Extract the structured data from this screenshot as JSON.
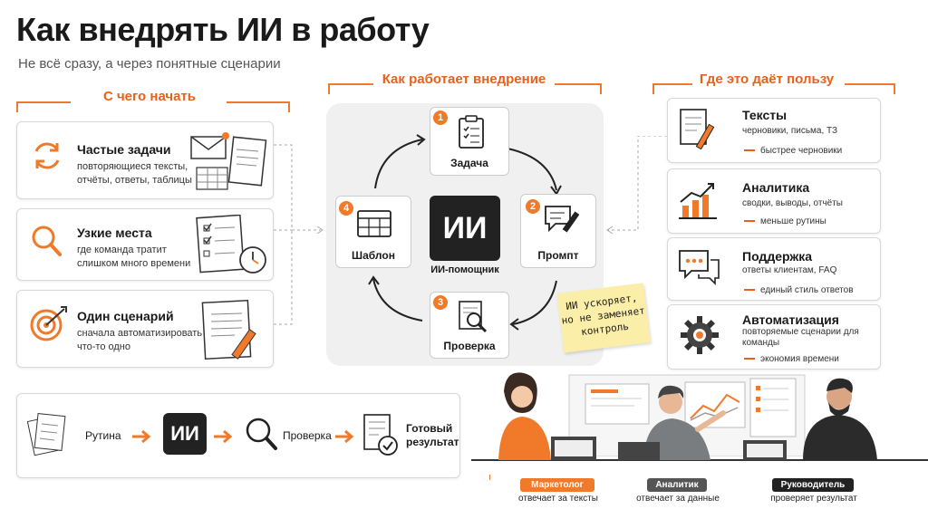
{
  "header": {
    "title": "Как внедрять ИИ в работу",
    "subtitle": "Не всё сразу, а через понятные сценарии"
  },
  "start": {
    "heading": "С чего начать",
    "cards": [
      {
        "title": "Частые задачи",
        "desc": "повторяющиеся тексты, отчёты, ответы, таблицы"
      },
      {
        "title": "Узкие места",
        "desc": "где команда тратит слишком много времени"
      },
      {
        "title": "Один сценарий",
        "desc": "сначала автоматизировать что-то одно"
      }
    ]
  },
  "process": {
    "heading": "Как работает внедрение",
    "center_label": "ИИ",
    "center_caption": "ИИ-помощник",
    "steps": [
      {
        "num": "1",
        "label": "Задача"
      },
      {
        "num": "2",
        "label": "Промпт"
      },
      {
        "num": "3",
        "label": "Проверка"
      },
      {
        "num": "4",
        "label": "Шаблон"
      }
    ],
    "sticky_note": "ИИ ускоряет,\nно не заменяет\nконтроль"
  },
  "benefits": {
    "heading": "Где это даёт пользу",
    "cards": [
      {
        "title": "Тексты",
        "desc": "черновики, письма, ТЗ",
        "note": "быстрее черновики"
      },
      {
        "title": "Аналитика",
        "desc": "сводки, выводы, отчёты",
        "note": "меньше рутины"
      },
      {
        "title": "Поддержка",
        "desc": "ответы клиентам, FAQ",
        "note": "единый стиль ответов"
      },
      {
        "title": "Автоматизация",
        "desc": "повторяемые сценарии для команды",
        "note": "экономия времени"
      }
    ]
  },
  "flow": {
    "routine": "Рутина",
    "ai": "ИИ",
    "check": "Проверка",
    "result": "Готовый результат"
  },
  "roles": [
    {
      "badge": "Маркетолог",
      "note": "отвечает за тексты",
      "color": "#f07a2a"
    },
    {
      "badge": "Аналитик",
      "note": "отвечает за данные",
      "color": "#555555"
    },
    {
      "badge": "Руководитель",
      "note": "проверяет результат",
      "color": "#222222"
    }
  ],
  "colors": {
    "accent": "#f07a2a",
    "dark": "#222222"
  }
}
